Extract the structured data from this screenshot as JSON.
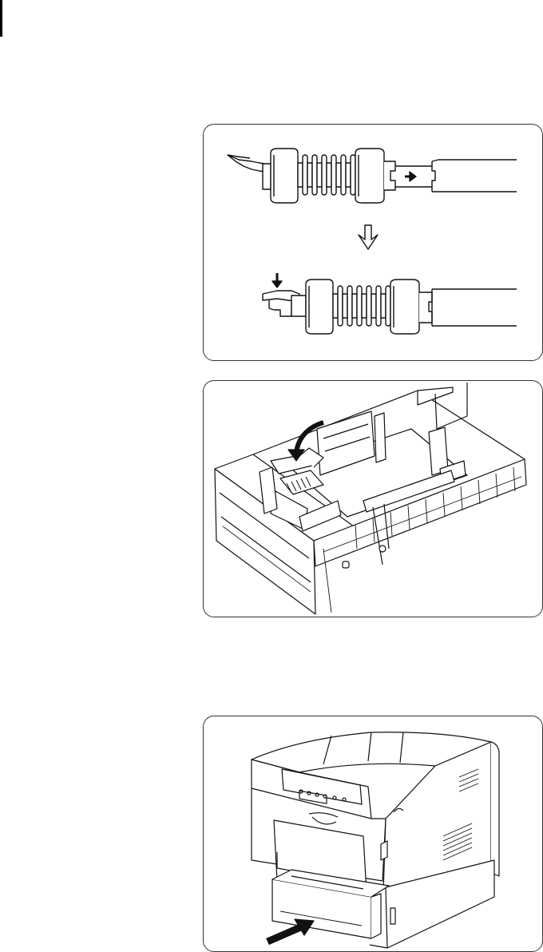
{
  "page": {
    "figures": [
      {
        "id": "roller-install",
        "icon": "roller-assembly-illustration"
      },
      {
        "id": "roller-in-tray",
        "icon": "paper-tray-illustration"
      },
      {
        "id": "insert-tray",
        "icon": "printer-illustration"
      }
    ]
  }
}
